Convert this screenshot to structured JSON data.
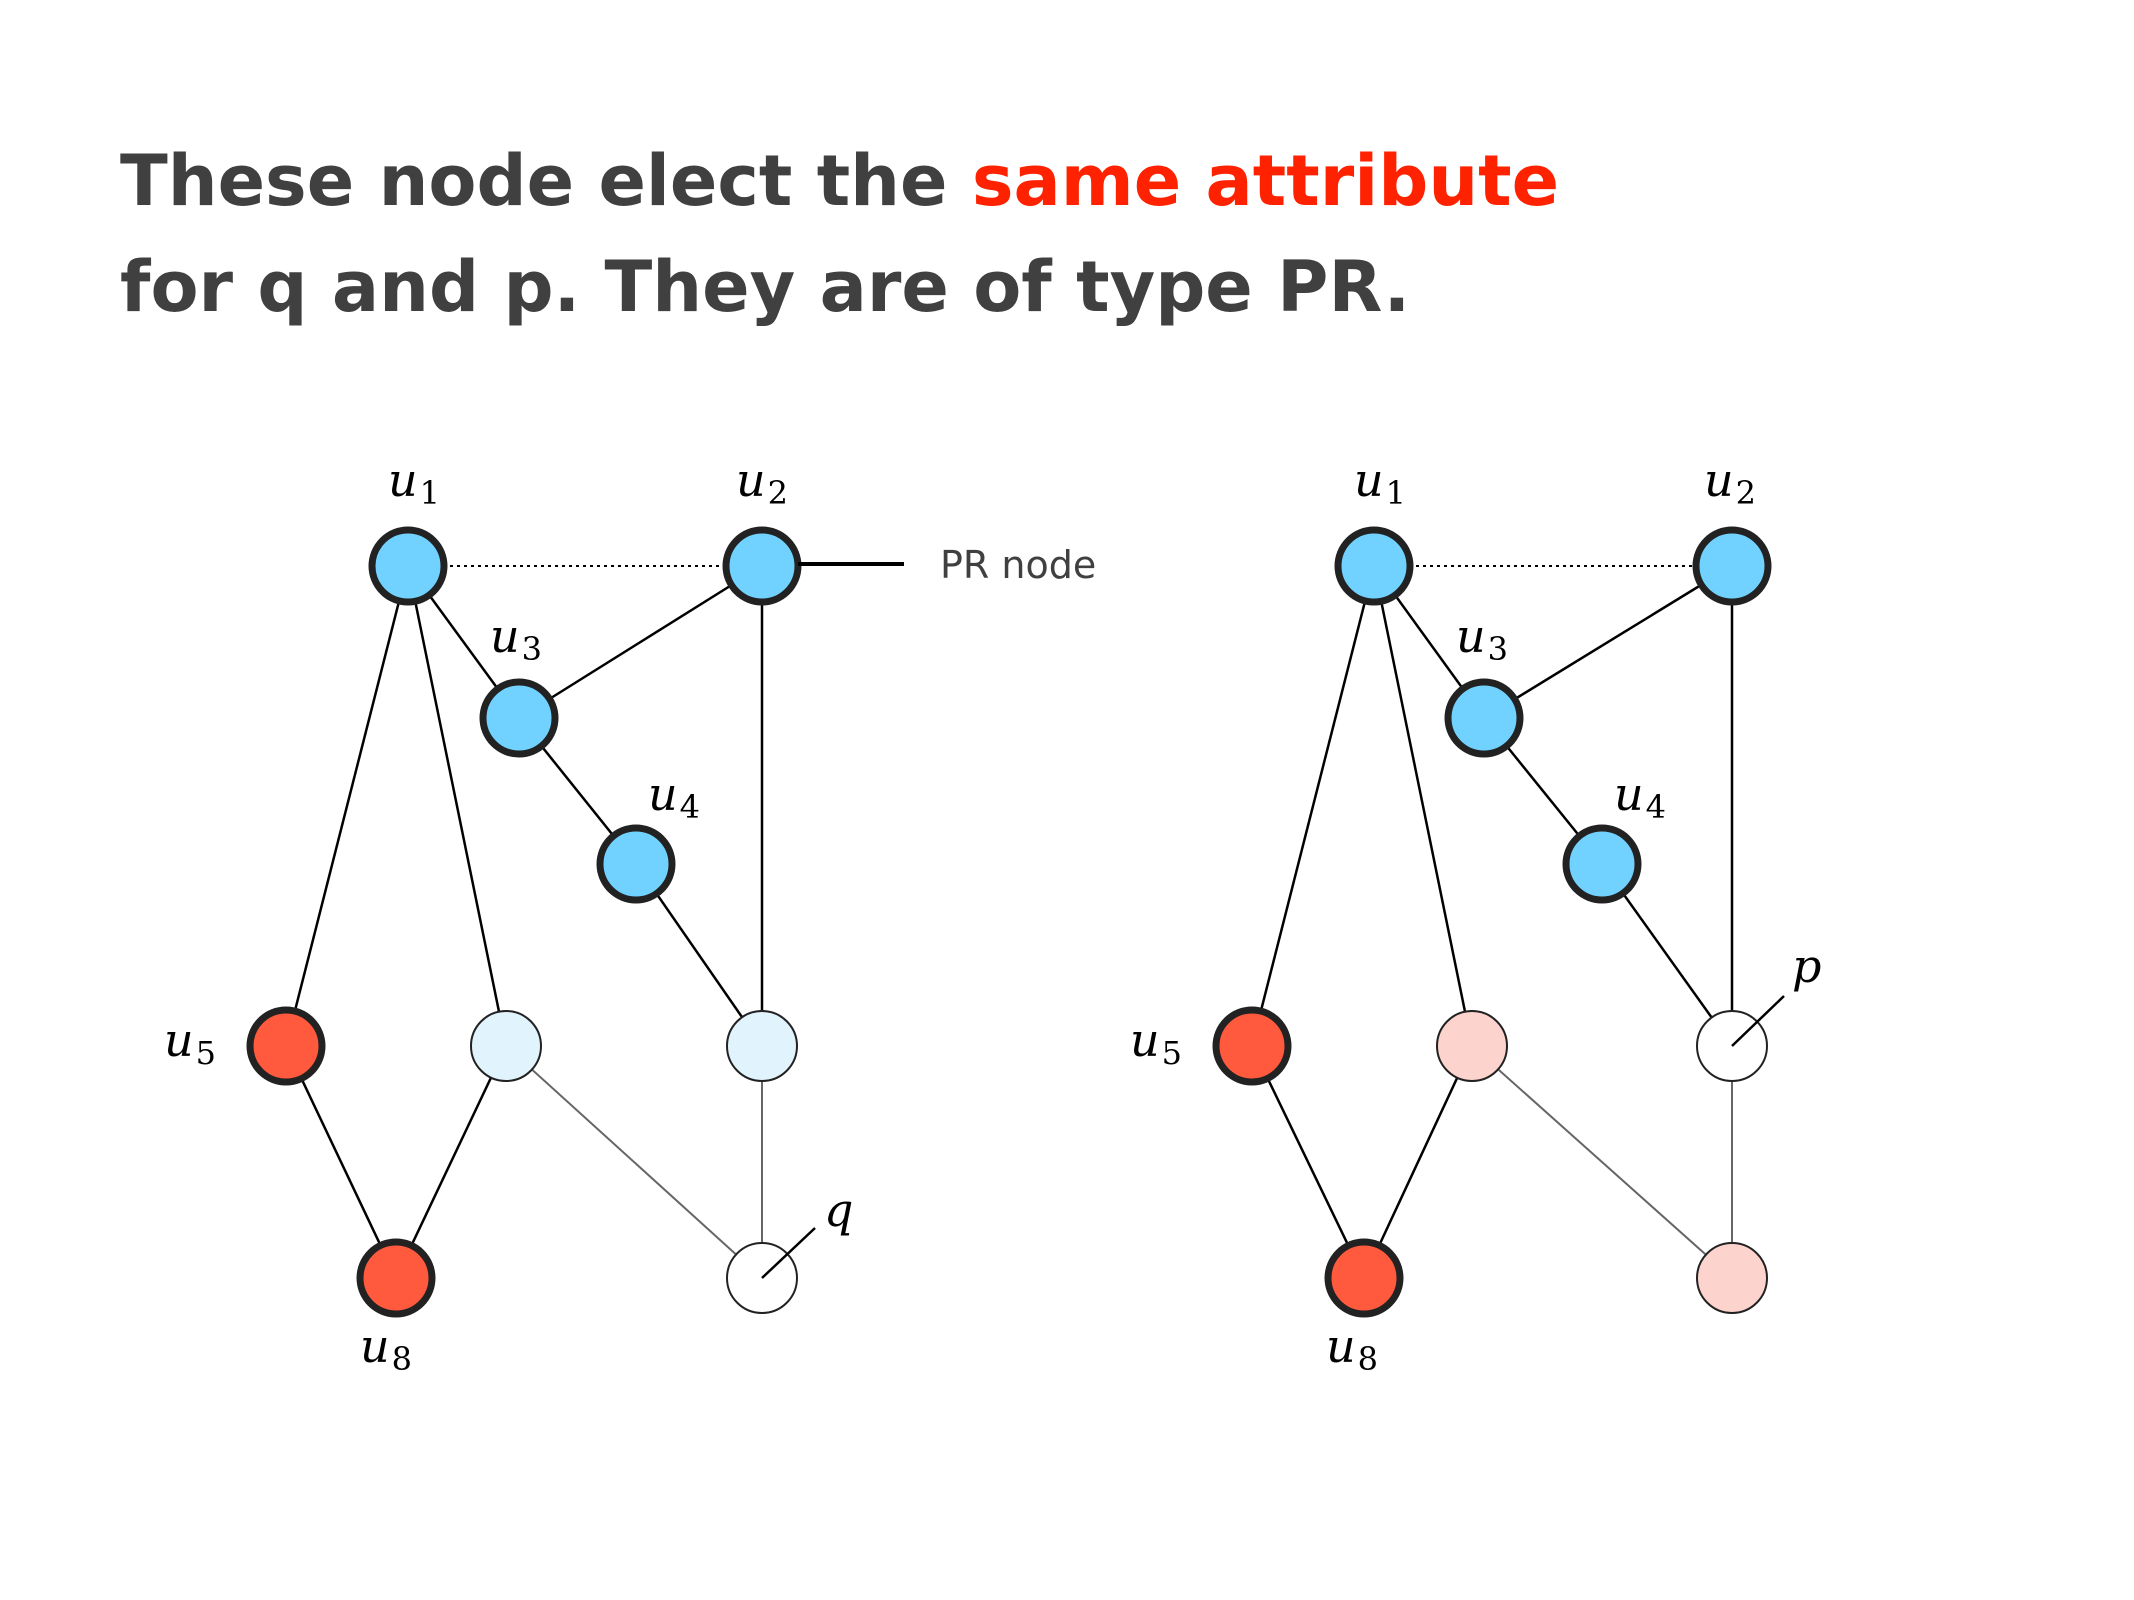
{
  "heading": {
    "line1_prefix": "These node elect the ",
    "line1_highlight": "same attribute",
    "line2": "for q and p. They are of type PR."
  },
  "colors": {
    "text": "#404040",
    "highlight": "#ff2200",
    "pr_blue": "#72d2ff",
    "light_blue": "#e1f3fc",
    "red": "#ff5a3d",
    "light_red": "#fdd3cd",
    "white": "#ffffff"
  },
  "callout": {
    "label": "PR node"
  },
  "graphs": [
    {
      "id": "left",
      "query_label": "q",
      "nodes": [
        {
          "id": "u1",
          "label": "u",
          "sub": "1",
          "fill": "pr_blue",
          "bold": true
        },
        {
          "id": "u2",
          "label": "u",
          "sub": "2",
          "fill": "pr_blue",
          "bold": true
        },
        {
          "id": "u3",
          "label": "u",
          "sub": "3",
          "fill": "pr_blue",
          "bold": true
        },
        {
          "id": "u4",
          "label": "u",
          "sub": "4",
          "fill": "pr_blue",
          "bold": true
        },
        {
          "id": "u5",
          "label": "u",
          "sub": "5",
          "fill": "red",
          "bold": true
        },
        {
          "id": "u8",
          "label": "u",
          "sub": "8",
          "fill": "red",
          "bold": true
        },
        {
          "id": "m1",
          "label": "",
          "sub": "",
          "fill": "light_blue",
          "bold": false
        },
        {
          "id": "m2",
          "label": "",
          "sub": "",
          "fill": "light_blue",
          "bold": false
        },
        {
          "id": "q",
          "label": "",
          "sub": "",
          "fill": "white",
          "bold": false
        }
      ]
    },
    {
      "id": "right",
      "query_label": "p",
      "nodes": [
        {
          "id": "u1",
          "label": "u",
          "sub": "1",
          "fill": "pr_blue",
          "bold": true
        },
        {
          "id": "u2",
          "label": "u",
          "sub": "2",
          "fill": "pr_blue",
          "bold": true
        },
        {
          "id": "u3",
          "label": "u",
          "sub": "3",
          "fill": "pr_blue",
          "bold": true
        },
        {
          "id": "u4",
          "label": "u",
          "sub": "4",
          "fill": "pr_blue",
          "bold": true
        },
        {
          "id": "u5",
          "label": "u",
          "sub": "5",
          "fill": "red",
          "bold": true
        },
        {
          "id": "u8",
          "label": "u",
          "sub": "8",
          "fill": "red",
          "bold": true
        },
        {
          "id": "m1",
          "label": "",
          "sub": "",
          "fill": "light_red",
          "bold": false
        },
        {
          "id": "p",
          "label": "",
          "sub": "",
          "fill": "white",
          "bold": false
        },
        {
          "id": "m3",
          "label": "",
          "sub": "",
          "fill": "light_red",
          "bold": false
        }
      ]
    }
  ]
}
